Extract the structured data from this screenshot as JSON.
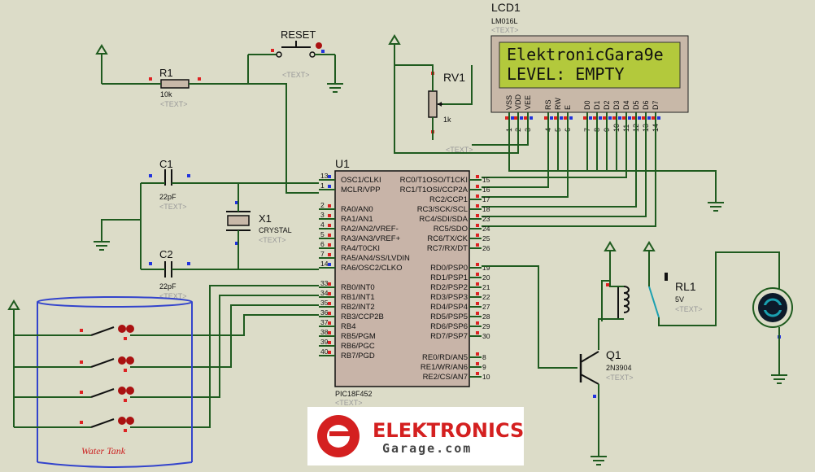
{
  "lcd": {
    "ref": "LCD1",
    "model": "LM016L",
    "text": "<TEXT>",
    "line1": "ElektronicGara9e",
    "line2": "LEVEL: EMPTY",
    "pins": [
      {
        "name": "VSS",
        "num": "1"
      },
      {
        "name": "VDD",
        "num": "2"
      },
      {
        "name": "VEE",
        "num": "3"
      },
      {
        "name": "RS",
        "num": "4"
      },
      {
        "name": "RW",
        "num": "5"
      },
      {
        "name": "E",
        "num": "6"
      },
      {
        "name": "D0",
        "num": "7"
      },
      {
        "name": "D1",
        "num": "8"
      },
      {
        "name": "D2",
        "num": "9"
      },
      {
        "name": "D3",
        "num": "10"
      },
      {
        "name": "D4",
        "num": "11"
      },
      {
        "name": "D5",
        "num": "12"
      },
      {
        "name": "D6",
        "num": "13"
      },
      {
        "name": "D7",
        "num": "14"
      }
    ]
  },
  "reset": {
    "ref": "RESET",
    "text": "<TEXT>"
  },
  "r1": {
    "ref": "R1",
    "value": "10k",
    "text": "<TEXT>"
  },
  "rv1": {
    "ref": "RV1",
    "value": "1k",
    "text": "<TEXT>"
  },
  "c1": {
    "ref": "C1",
    "value": "22pF",
    "text": "<TEXT>"
  },
  "c2": {
    "ref": "C2",
    "value": "22pF",
    "text": "<TEXT>"
  },
  "x1": {
    "ref": "X1",
    "value": "CRYSTAL",
    "text": "<TEXT>"
  },
  "u1": {
    "ref": "U1",
    "model": "PIC18F452",
    "text": "<TEXT>",
    "left_pins": [
      {
        "num": "13",
        "name": "OSC1/CLKI"
      },
      {
        "num": "1",
        "name": "MCLR/VPP"
      },
      {
        "num": "2",
        "name": "RA0/AN0"
      },
      {
        "num": "3",
        "name": "RA1/AN1"
      },
      {
        "num": "4",
        "name": "RA2/AN2/VREF-"
      },
      {
        "num": "5",
        "name": "RA3/AN3/VREF+"
      },
      {
        "num": "6",
        "name": "RA4/T0CKI"
      },
      {
        "num": "7",
        "name": "RA5/AN4/SS/LVDIN"
      },
      {
        "num": "14",
        "name": "RA6/OSC2/CLKO"
      },
      {
        "num": "33",
        "name": "RB0/INT0"
      },
      {
        "num": "34",
        "name": "RB1/INT1"
      },
      {
        "num": "35",
        "name": "RB2/INT2"
      },
      {
        "num": "36",
        "name": "RB3/CCP2B"
      },
      {
        "num": "37",
        "name": "RB4"
      },
      {
        "num": "38",
        "name": "RB5/PGM"
      },
      {
        "num": "39",
        "name": "RB6/PGC"
      },
      {
        "num": "40",
        "name": "RB7/PGD"
      }
    ],
    "right_pins": [
      {
        "num": "15",
        "name": "RC0/T1OSO/T1CKI"
      },
      {
        "num": "16",
        "name": "RC1/T1OSI/CCP2A"
      },
      {
        "num": "17",
        "name": "RC2/CCP1"
      },
      {
        "num": "18",
        "name": "RC3/SCK/SCL"
      },
      {
        "num": "23",
        "name": "RC4/SDI/SDA"
      },
      {
        "num": "24",
        "name": "RC5/SDO"
      },
      {
        "num": "25",
        "name": "RC6/TX/CK"
      },
      {
        "num": "26",
        "name": "RC7/RX/DT"
      },
      {
        "num": "19",
        "name": "RD0/PSP0"
      },
      {
        "num": "20",
        "name": "RD1/PSP1"
      },
      {
        "num": "21",
        "name": "RD2/PSP2"
      },
      {
        "num": "22",
        "name": "RD3/PSP3"
      },
      {
        "num": "27",
        "name": "RD4/PSP4"
      },
      {
        "num": "28",
        "name": "RD5/PSP5"
      },
      {
        "num": "29",
        "name": "RD6/PSP6"
      },
      {
        "num": "30",
        "name": "RD7/PSP7"
      },
      {
        "num": "8",
        "name": "RE0/RD/AN5"
      },
      {
        "num": "9",
        "name": "RE1/WR/AN6"
      },
      {
        "num": "10",
        "name": "RE2/CS/AN7"
      }
    ]
  },
  "q1": {
    "ref": "Q1",
    "model": "2N3904",
    "text": "<TEXT>"
  },
  "rl1": {
    "ref": "RL1",
    "value": "5V",
    "text": "<TEXT>"
  },
  "tank": {
    "label": "Water Tank"
  },
  "logo": {
    "line1": "ELEKTRONICS",
    "line2": "Garage.com"
  },
  "colors": {
    "wire": "#1f5b1f",
    "lcd_screen": "#b3c93c",
    "chip": "#c8b4a8",
    "pin_red": "#dd2222",
    "pin_blue": "#2233dd",
    "tank": "#3344cc",
    "logo_red": "#d42020"
  }
}
